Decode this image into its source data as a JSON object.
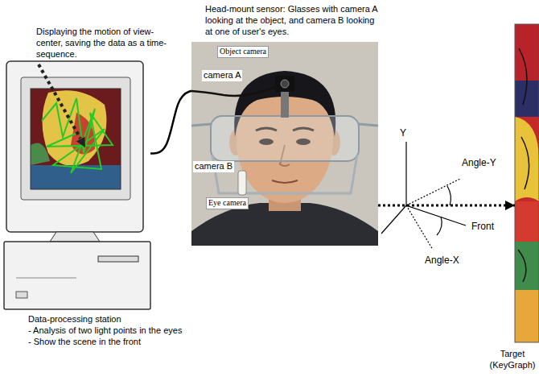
{
  "diagram": {
    "nodes": [
      {
        "text": [
          "Data-processing station",
          "- Analysis of two light points in the eyes",
          "- Show the scene in the front"
        ]
      },
      {
        "text": [
          "Head-mount sensor: Glasses with camera A looking at the object, and camera B looking at one of user's eyes."
        ]
      },
      {
        "text": [
          "Target (KeyGraph)"
        ]
      }
    ],
    "edges": [
      {
        "from": 0,
        "to": 1,
        "arrow": "none"
      },
      {
        "from": 1,
        "to": 2,
        "arrow": "to"
      }
    ],
    "labels": [
      "Displaying the motion of view-center, saving the data as a time-sequence.",
      "camera A",
      "Object camera",
      "camera B",
      "Eye camera",
      "Y",
      "Angle-Y",
      "Front",
      "Angle-X"
    ]
  }
}
